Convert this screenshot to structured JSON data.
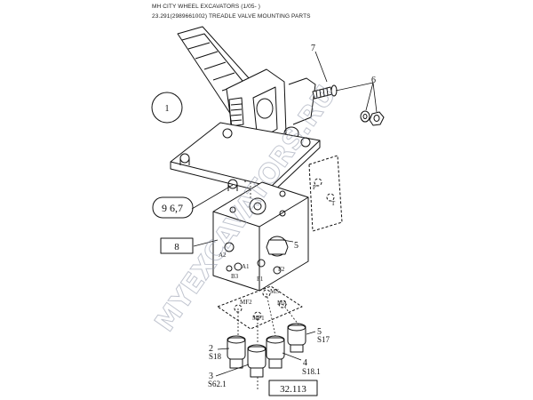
{
  "header": {
    "title": "MH CITY WHEEL EXCAVATORS (1/05- )",
    "subtitle": "23.291(2989661002) TREADLE VALVE MOUNTING PARTS"
  },
  "callouts": {
    "ref_circle": "1",
    "c_967": "9 6,7",
    "c_8": "8",
    "c_32113": "32.113",
    "c_7": "7",
    "c_6": "6",
    "c_5_top": "5",
    "c_2": "2",
    "c_3": "3",
    "c_4": "4",
    "c_5_bot": "5"
  },
  "sensor_labels": {
    "s18": "S18",
    "s621": "S62.1",
    "s181": "S18.1",
    "s17": "S17"
  },
  "port_labels": {
    "a2": "A2",
    "a1": "A1",
    "b3": "B3",
    "f1": "F1",
    "f2": "F2",
    "p": "P",
    "t": "T",
    "ms": "MS",
    "mf2": "MF2",
    "ma": "MA",
    "mf1": "MF1"
  },
  "watermark": "MYEXCAVATORS.RU"
}
